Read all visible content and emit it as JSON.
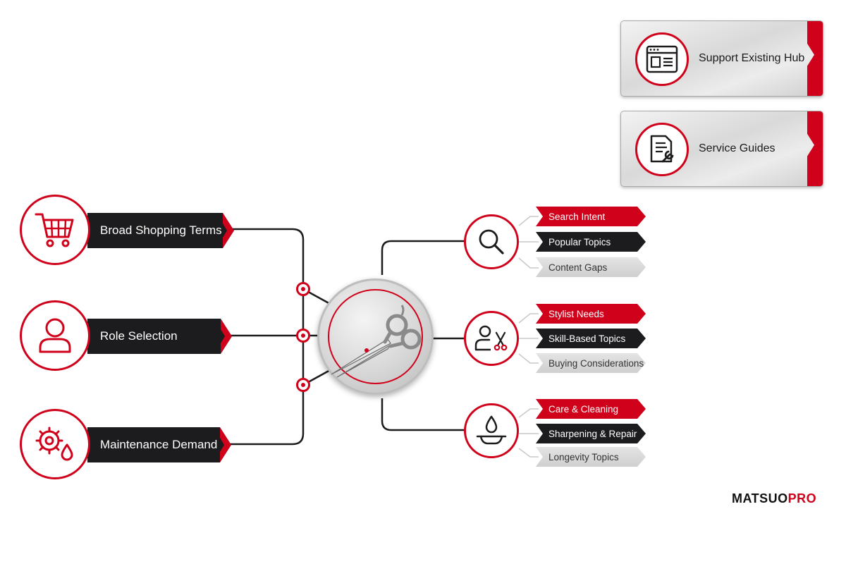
{
  "panels": [
    {
      "label": "Support Existing Hub",
      "icon": "browser-window-icon"
    },
    {
      "label": "Service Guides",
      "icon": "document-wrench-icon"
    }
  ],
  "left_nodes": [
    {
      "label": "Broad Shopping Terms",
      "icon": "shopping-cart-icon"
    },
    {
      "label": "Role Selection",
      "icon": "user-icon"
    },
    {
      "label": "Maintenance Demand",
      "icon": "gear-droplet-icon"
    }
  ],
  "hub": {
    "icon": "scissors-icon"
  },
  "right_groups": [
    {
      "icon": "magnifier-icon",
      "tags": [
        "Search Intent",
        "Popular Topics",
        "Content Gaps"
      ]
    },
    {
      "icon": "stylist-scissors-icon",
      "tags": [
        "Stylist Needs",
        "Skill-Based Topics",
        "Buying Considerations"
      ]
    },
    {
      "icon": "oil-drop-dish-icon",
      "tags": [
        "Care & Cleaning",
        "Sharpening & Repair",
        "Longevity Topics"
      ]
    }
  ],
  "brand": {
    "part1": "MATSUO",
    "part2": "PRO"
  },
  "colors": {
    "accent": "#d0021b",
    "dark": "#1c1c1e",
    "grey": "#d4d4d4"
  }
}
